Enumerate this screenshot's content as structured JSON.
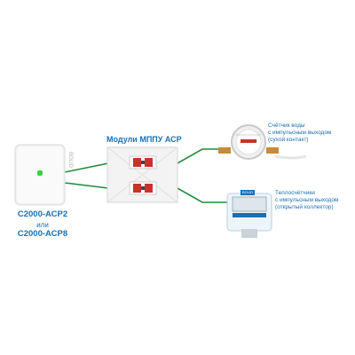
{
  "controller": {
    "brand": "BOLID",
    "name_primary": "С2000-АСР2",
    "connector": "или",
    "name_secondary": "С2000-АСР8",
    "led_color": "#3cd23c"
  },
  "modules": {
    "title": "Модули МППУ АСР"
  },
  "water_meter": {
    "label_line1": "Счётчик воды",
    "label_line2": "с импульсным выходом",
    "label_line3": "(сухой контакт)"
  },
  "heat_meter": {
    "brand": "BOLID",
    "label_line1": "Теплосчётчики",
    "label_line2": "с импульсным выходом",
    "label_line3": "(открытый коллектор)"
  },
  "colors": {
    "wire": "#1f8a3a",
    "text": "#1a6fb5",
    "module_red": "#c8322c",
    "brass": "#c78a3c"
  }
}
